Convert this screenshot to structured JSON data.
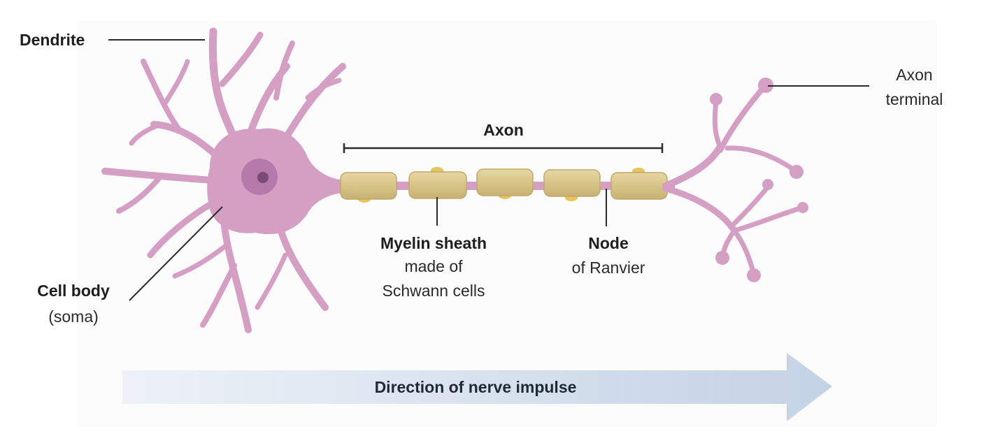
{
  "labels": {
    "dendrite": "Dendrite",
    "cell_body": "Cell body",
    "soma": "(soma)",
    "axon": "Axon",
    "axon_terminal_1": "Axon",
    "axon_terminal_2": "terminal",
    "myelin_title": "Myelin sheath",
    "myelin_line1": "made of",
    "myelin_line2": "Schwann cells",
    "node_title": "Node",
    "node_line1": "of Ranvier",
    "direction": "Direction of nerve impulse"
  },
  "colors": {
    "neuron": "#d59ec3",
    "nucleus": "#b47aaa",
    "nucleolus": "#7a4a78",
    "myelin": "#d8c48c",
    "myelin_dark": "#bfa86a",
    "leader_line": "#2b2b2b",
    "arrow": "#c9d6e6"
  }
}
